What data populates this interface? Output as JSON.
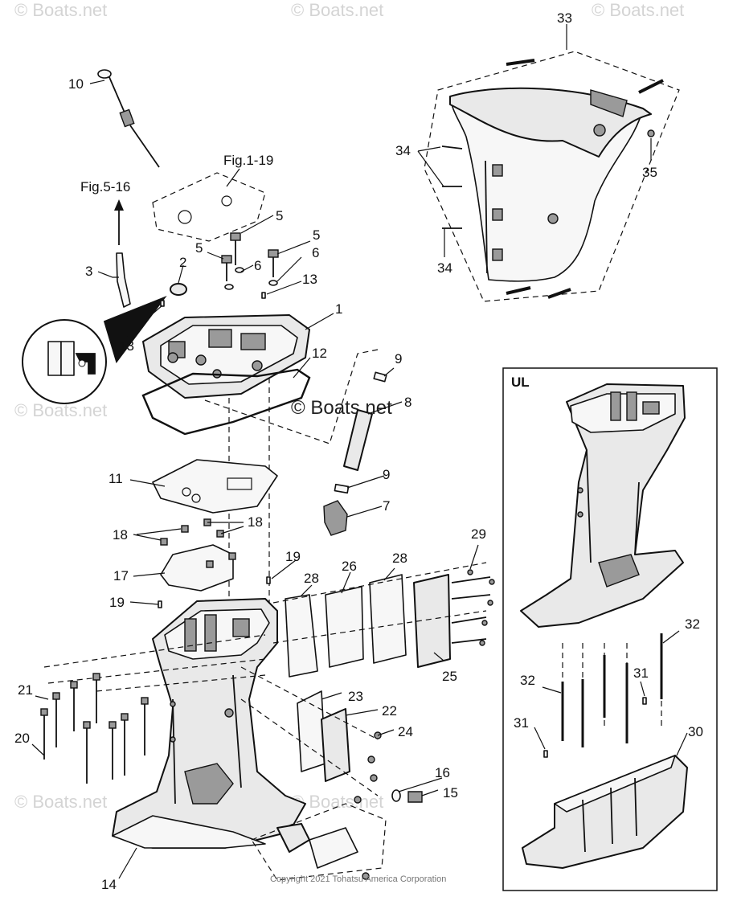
{
  "watermarks": {
    "site": "© Boats.net",
    "copyright": "Copyright 2021 Tohatsu America Corporation"
  },
  "callouts": {
    "c1": "1",
    "c2": "2",
    "c3": "3",
    "c5a": "5",
    "c5b": "5",
    "c5c": "5",
    "c6a": "6",
    "c6b": "6",
    "c7": "7",
    "c8": "8",
    "c9a": "9",
    "c9b": "9",
    "c10": "10",
    "c11": "11",
    "c12": "12",
    "c13a": "13",
    "c13b": "13",
    "c14": "14",
    "c15": "15",
    "c16": "16",
    "c17": "17",
    "c18a": "18",
    "c18b": "18",
    "c19a": "19",
    "c19b": "19",
    "c20": "20",
    "c21": "21",
    "c22": "22",
    "c23": "23",
    "c24": "24",
    "c25": "25",
    "c26": "26",
    "c28a": "28",
    "c28b": "28",
    "c29": "29",
    "c30": "30",
    "c31a": "31",
    "c31b": "31",
    "c32a": "32",
    "c32b": "32",
    "c33": "33",
    "c34a": "34",
    "c34b": "34",
    "c35": "35"
  },
  "references": {
    "fig_top": "Fig.1-19",
    "fig_left": "Fig.5-16"
  },
  "inset": {
    "title": "UL"
  }
}
